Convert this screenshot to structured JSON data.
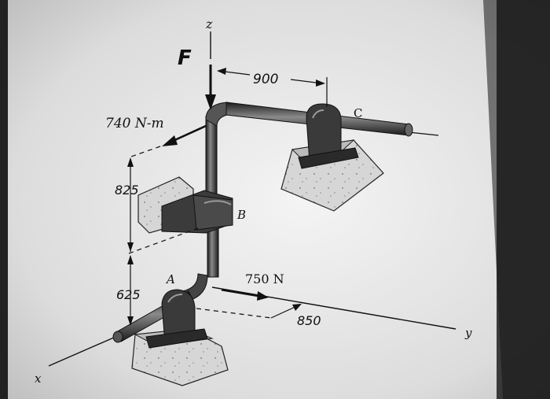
{
  "labels": {
    "z_axis": "z",
    "y_axis": "y",
    "x_axis": "x",
    "force_f": "F",
    "moment_740": "740 N-m",
    "force_750": "750 N",
    "point_a": "A",
    "point_b": "B",
    "point_c": "C"
  },
  "dimensions": {
    "d_900": "900",
    "d_825": "825",
    "d_625": "625",
    "d_850": "850"
  },
  "colors": {
    "paper": "#e8e8e8",
    "shaft": "#3a3a3a",
    "bearing": "#2e2e2e",
    "concrete": "#cfcfcf",
    "ink": "#111111"
  }
}
